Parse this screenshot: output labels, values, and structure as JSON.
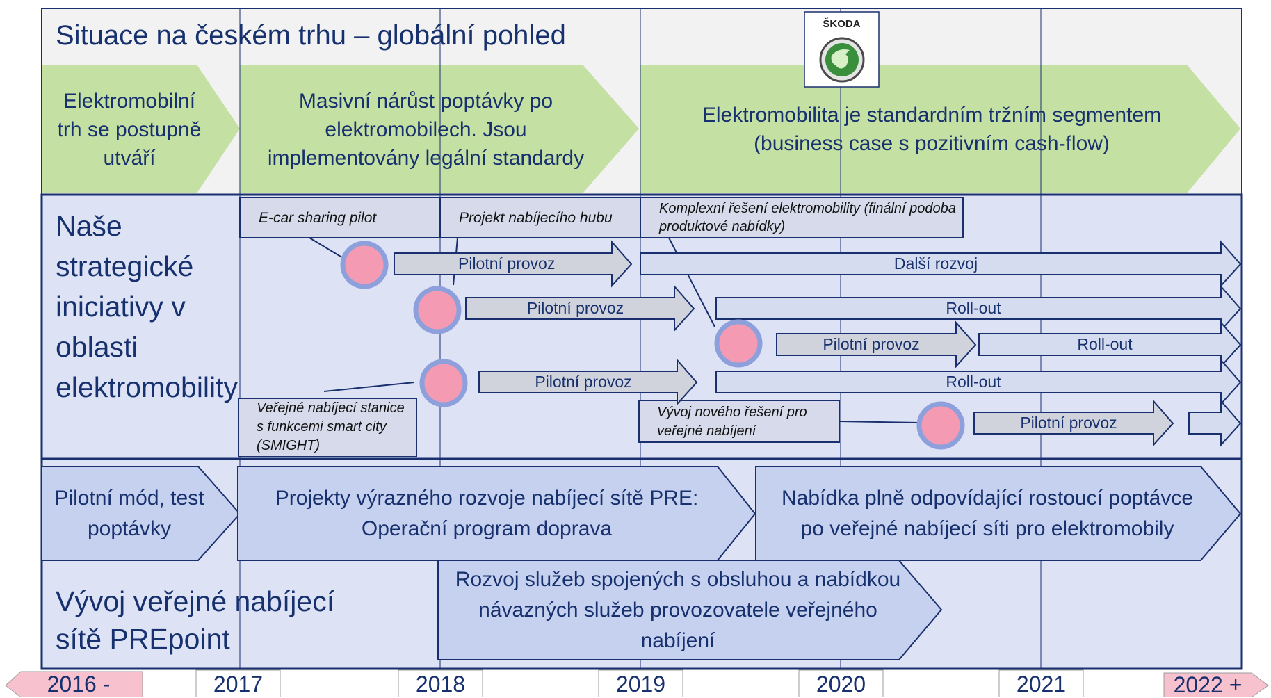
{
  "title": "Situace na českém trhu – globální pohled",
  "logo": {
    "brand_text": "ŠKODA"
  },
  "colors": {
    "navy": "#1a2f6e",
    "phase_green": "#c4e0a3",
    "band_blue": "#dde3f5",
    "chevron_blue": "#c6d0ef",
    "arrow_gray": "#d0d3dc",
    "label_box": "#d6daea",
    "milestone_pink": "#f49bb3",
    "milestone_ring": "#8ea0dc",
    "year_pink": "#f7c1cd"
  },
  "top_phases": [
    "Elektromobilní trh se postupně utváří",
    "Masivní nárůst poptávky po elektromobilech. Jsou implementovány legální standardy",
    "Elektromobilita je standardním tržním segmentem (business case s pozitivním cash-flow)"
  ],
  "initiatives": {
    "row_title": "Naše strategické iniciativy v oblasti elektromobility",
    "labels": {
      "ecar": "E-car sharing pilot",
      "hub": "Projekt nabíjecího hubu",
      "complex": "Komplexní řešení elektromobility (finální podoba produktové nabídky)",
      "smight": "Veřejné nabíjecí stanice s funkcemi smart city (SMIGHT)",
      "newsol": "Vývoj nového řešení pro veřejné nabíjení"
    },
    "arrows": {
      "a1_pilot": "Pilotní provoz",
      "a1_dev": "Další rozvoj",
      "a2_pilot": "Pilotní provoz",
      "a2_rollout": "Roll-out",
      "a3_pilot": "Pilotní provoz",
      "a3_rollout": "Roll-out",
      "a4_pilot": "Pilotní provoz",
      "a4_rollout": "Roll-out",
      "a5_pilot": "Pilotní provoz"
    }
  },
  "network": {
    "row_title": "Vývoj veřejné nabíjecí sítě PREpoint",
    "chevrons": [
      "Pilotní mód, test poptávky",
      "Projekty výrazného rozvoje nabíjecí sítě PRE: Operační program doprava",
      "Nabídka plně odpovídající rostoucí poptávce po veřejné nabíjecí síti pro elektromobily",
      "Rozvoj služeb spojených s obsluhou a nabídkou návazných služeb provozovatele veřejného nabíjení"
    ]
  },
  "years": [
    "2016 -",
    "2017",
    "2018",
    "2019",
    "2020",
    "2021",
    "2022 +"
  ]
}
